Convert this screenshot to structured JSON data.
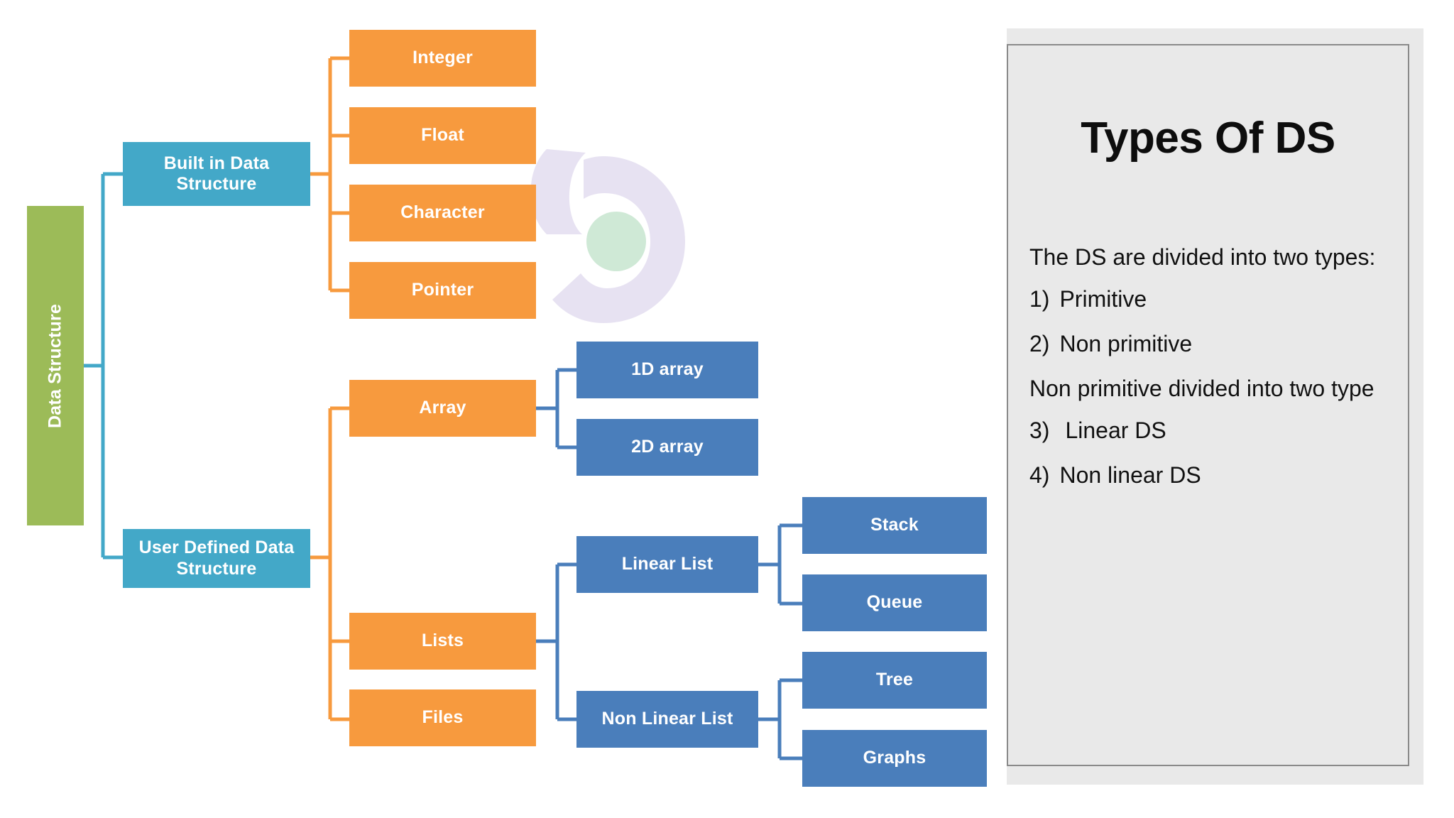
{
  "diagram": {
    "root": {
      "label": "Data Structure",
      "color": "#9CBB58"
    },
    "level1": [
      {
        "label": "Built in Data Structure",
        "color": "#43A8C8"
      },
      {
        "label": "User Defined Data Structure",
        "color": "#43A8C8"
      }
    ],
    "builtin_children": [
      {
        "label": "Integer",
        "color": "#F79A3E"
      },
      {
        "label": "Float",
        "color": "#F79A3E"
      },
      {
        "label": "Character",
        "color": "#F79A3E"
      },
      {
        "label": "Pointer",
        "color": "#F79A3E"
      }
    ],
    "userdefined_children": [
      {
        "label": "Array",
        "color": "#F79A3E"
      },
      {
        "label": "Lists",
        "color": "#F79A3E"
      },
      {
        "label": "Files",
        "color": "#F79A3E"
      }
    ],
    "array_children": [
      {
        "label": "1D array",
        "color": "#4A7EBB"
      },
      {
        "label": "2D array",
        "color": "#4A7EBB"
      }
    ],
    "lists_children": [
      {
        "label": "Linear List",
        "color": "#4A7EBB"
      },
      {
        "label": "Non Linear List",
        "color": "#4A7EBB"
      }
    ],
    "linearlist_children": [
      {
        "label": "Stack",
        "color": "#4A7EBB"
      },
      {
        "label": "Queue",
        "color": "#4A7EBB"
      }
    ],
    "nonlinearlist_children": [
      {
        "label": "Tree",
        "color": "#4A7EBB"
      },
      {
        "label": "Graphs",
        "color": "#4A7EBB"
      }
    ],
    "connector_colors": {
      "root_to_level1": "#43A8C8",
      "builtin_to_children": "#F79A3E",
      "userdefined_to_children": "#F79A3E",
      "orange_to_blue": "#4A7EBB"
    }
  },
  "panel": {
    "title": "Types Of DS",
    "intro": "The DS are divided into two types:",
    "items_primitive": [
      {
        "num": "1)",
        "text": "Primitive"
      },
      {
        "num": "2)",
        "text": "Non primitive"
      }
    ],
    "subintro": "Non primitive divided into two type",
    "items_nonprimitive": [
      {
        "num": "3)",
        "text": "Linear DS"
      },
      {
        "num": "4)",
        "text": "Non linear DS"
      }
    ],
    "background": "#E9E9E9",
    "border": "#8a8a8a"
  },
  "watermark": {
    "name": "letter-a-logo-watermark",
    "ring_color": "#E7E2F2",
    "dot_color": "#CFE9D6"
  }
}
